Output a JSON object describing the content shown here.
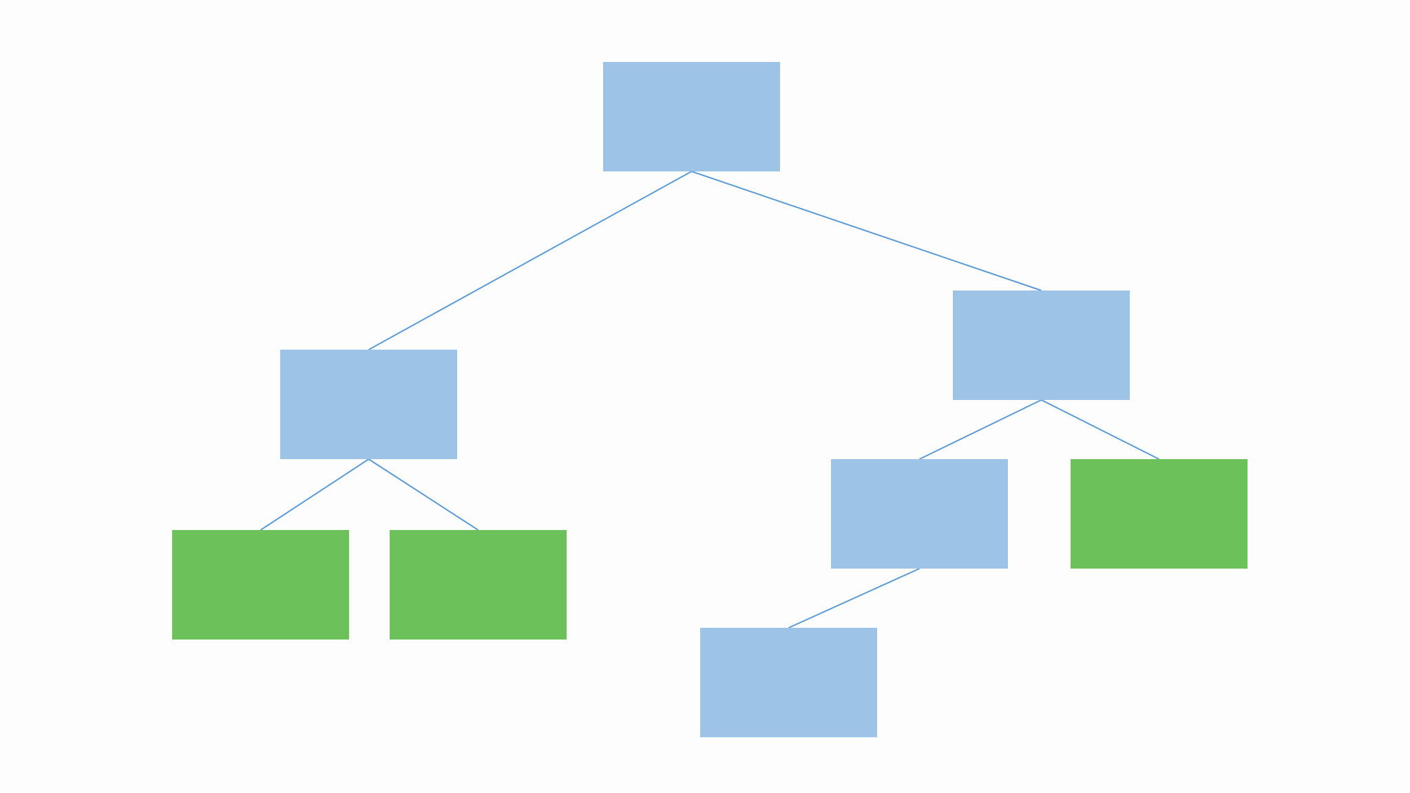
{
  "diagram": {
    "type": "tree",
    "colors": {
      "background": "#fdfdfd",
      "internal_node": "#9dc3e6",
      "leaf_node": "#6cc15a",
      "edge": "#5b9bd5"
    },
    "nodes": [
      {
        "id": "root",
        "kind": "internal"
      },
      {
        "id": "left",
        "kind": "internal"
      },
      {
        "id": "right",
        "kind": "internal"
      },
      {
        "id": "left-left",
        "kind": "leaf"
      },
      {
        "id": "left-right",
        "kind": "leaf"
      },
      {
        "id": "right-left",
        "kind": "internal"
      },
      {
        "id": "right-right",
        "kind": "leaf"
      },
      {
        "id": "right-left-left",
        "kind": "internal"
      }
    ],
    "edges": [
      {
        "from": "root",
        "to": "left"
      },
      {
        "from": "root",
        "to": "right"
      },
      {
        "from": "left",
        "to": "left-left"
      },
      {
        "from": "left",
        "to": "left-right"
      },
      {
        "from": "right",
        "to": "right-left"
      },
      {
        "from": "right",
        "to": "right-right"
      },
      {
        "from": "right-left",
        "to": "right-left-left"
      }
    ]
  }
}
